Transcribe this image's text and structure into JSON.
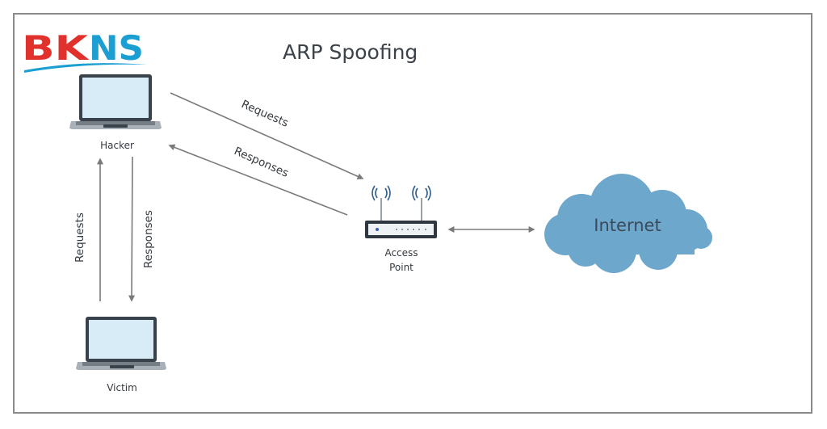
{
  "title": "ARP Spoofing",
  "logo": {
    "part_red": "BK",
    "part_blue": "NS",
    "colors": {
      "red": "#e0312c",
      "blue": "#1b9fd2"
    }
  },
  "nodes": {
    "hacker": {
      "label": "Hacker",
      "icon": "laptop-icon"
    },
    "victim": {
      "label": "Victim",
      "icon": "laptop-icon"
    },
    "access_point": {
      "label_line1": "Access",
      "label_line2": "Point",
      "icon": "router-icon"
    },
    "internet": {
      "label": "Internet",
      "icon": "cloud-icon",
      "color": "#6ea7cc"
    }
  },
  "edges": {
    "hacker_to_ap": {
      "label": "Requests"
    },
    "ap_to_hacker": {
      "label": "Responses"
    },
    "victim_to_hacker": {
      "label": "Requests"
    },
    "hacker_to_victim": {
      "label": "Responses"
    },
    "ap_internet": {
      "label": ""
    }
  },
  "colors": {
    "arrow": "#7a7a7a",
    "laptop_frame": "#39424b",
    "laptop_screen": "#d8ecf7",
    "laptop_base": "#a9b0b7",
    "text": "#333a40"
  }
}
